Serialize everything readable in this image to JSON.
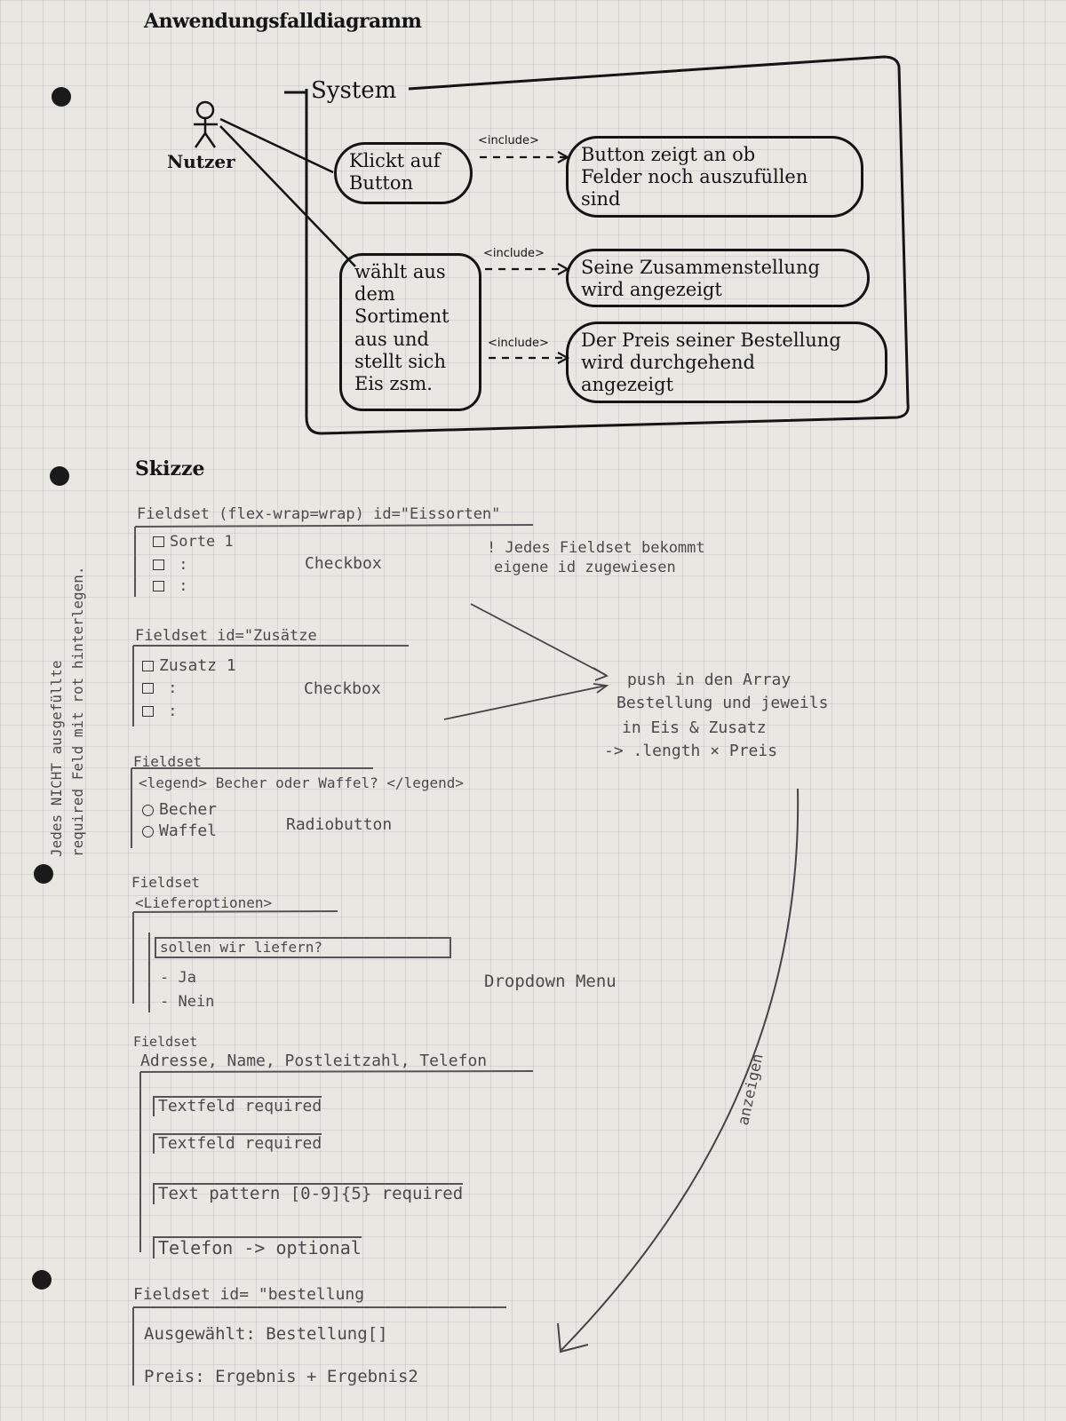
{
  "title": "Anwendungsfalldiagramm",
  "use_case": {
    "system_label": "System",
    "actor_label": "Nutzer",
    "use_cases": [
      {
        "text": "Klickt auf\nButton"
      },
      {
        "text": "wählt aus\ndem\nSortiment\naus und\nstellt sich\nEis zsm."
      }
    ],
    "include_label": "<include>",
    "included": [
      {
        "text": "Button zeigt an ob\nFelder noch auszufüllen\nsind"
      },
      {
        "text": "Seine Zusammenstellung\nwird angezeigt"
      },
      {
        "text": "Der Preis seiner Bestellung\nwird durchgehend\nangezeigt"
      }
    ]
  },
  "sketch": {
    "heading": "Skizze",
    "fieldset1": {
      "header": "Fieldset (flex-wrap=wrap) id=\"Eissorten\"",
      "item": "Sorte 1",
      "dots": ":",
      "type": "Checkbox"
    },
    "note": {
      "line1": "! Jedes Fieldset bekommt",
      "line2": "eigene id zugewiesen"
    },
    "fieldset2": {
      "header": "Fieldset id=\"Zusätze",
      "item": "Zusatz 1",
      "dots": ":",
      "type": "Checkbox"
    },
    "push_note": {
      "line1": "push in den Array",
      "line2": "Bestellung und jeweils",
      "line3": "in Eis & Zusatz",
      "line4": "-> .length × Preis"
    },
    "fieldset3": {
      "header": "Fieldset",
      "legend": "<legend> Becher oder Waffel? </legend>",
      "option1": "Becher",
      "option2": "Waffel",
      "type": "Radiobutton"
    },
    "fieldset4": {
      "header": "Fieldset",
      "legend": "<Lieferoptionen>",
      "select": "sollen wir liefern?",
      "option1": "- Ja",
      "option2": "- Nein",
      "type": "Dropdown Menu"
    },
    "fieldset5": {
      "header": "Fieldset",
      "fields_line": "Adresse, Name, Postleitzahl, Telefon",
      "f1": "Textfeld required",
      "f2": "Textfeld required",
      "f3": "Text pattern [0-9]{5} required",
      "f4": "Telefon -> optional"
    },
    "arrow_label": "anzeigen",
    "fieldset6": {
      "header": "Fieldset id= \"bestellung",
      "line1": "Ausgewählt:   Bestellung[]",
      "line2": "Preis:   Ergebnis + Ergebnis2"
    },
    "margin_note": {
      "line1": "Jedes NICHT ausgefüllte",
      "line2": "required Feld mit rot hinterlegen."
    }
  }
}
